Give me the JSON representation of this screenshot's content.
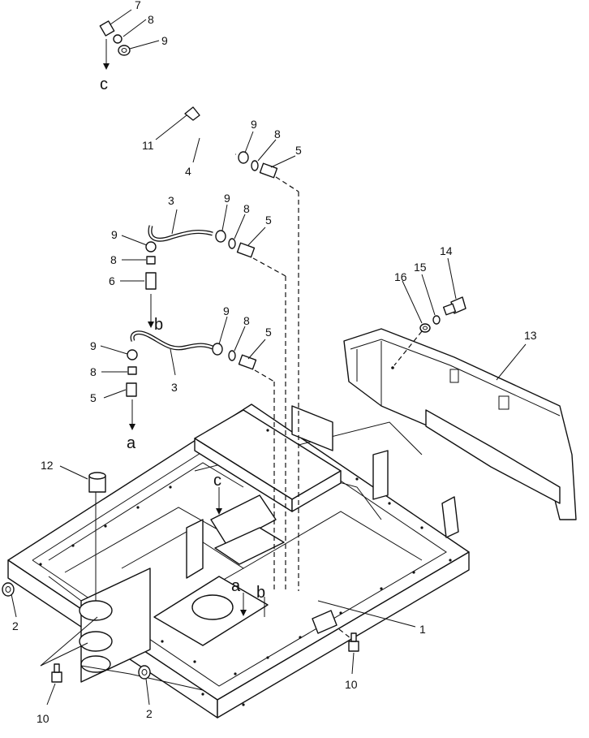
{
  "callouts": {
    "c1": "1",
    "c2a": "2",
    "c2b": "2",
    "c3a": "3",
    "c3b": "3",
    "c4": "4",
    "c5a": "5",
    "c5b": "5",
    "c5c": "5",
    "c5d": "5",
    "c6": "6",
    "c7": "7",
    "c8a": "8",
    "c8b": "8",
    "c8c": "8",
    "c8d": "8",
    "c8e": "8",
    "c8f": "8",
    "c9a": "9",
    "c9b": "9",
    "c9c": "9",
    "c9d": "9",
    "c9e": "9",
    "c9f": "9",
    "c10a": "10",
    "c10b": "10",
    "c11": "11",
    "c12": "12",
    "c13": "13",
    "c14": "14",
    "c15": "15",
    "c16": "16"
  },
  "connection_letters": {
    "top_c": "c",
    "mid_b": "b",
    "low_a": "a",
    "frame_c": "c",
    "frame_a": "a",
    "frame_b": "b"
  }
}
